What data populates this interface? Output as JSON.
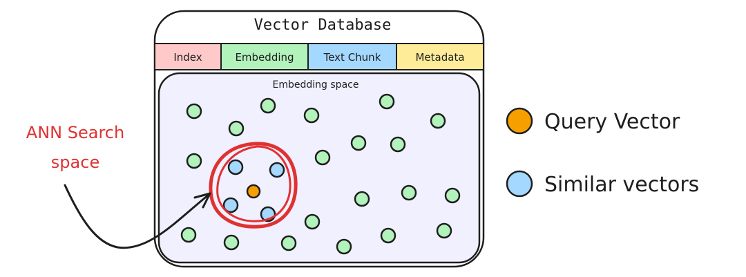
{
  "title": "Vector Database",
  "columns": [
    {
      "label": "Index",
      "color": "#ffc9c9"
    },
    {
      "label": "Embedding",
      "color": "#b2f2bb"
    },
    {
      "label": "Text Chunk",
      "color": "#a5d8ff"
    },
    {
      "label": "Metadata",
      "color": "#ffec99"
    }
  ],
  "space_label": "Embedding space",
  "annotation": {
    "line1": "ANN Search",
    "line2": "space",
    "color": "#e03131"
  },
  "legend": [
    {
      "label": "Query Vector",
      "color": "#f59f00",
      "icon": "orange-circle"
    },
    {
      "label": "Similar vectors",
      "color": "#a5d8ff",
      "icon": "blue-circle"
    }
  ],
  "colors": {
    "embedding_point": "#b2f2bb",
    "similar_point": "#a5d8ff",
    "query_point": "#f59f00",
    "space_fill": "#f1f0ff",
    "ink": "#1e1e1e",
    "search_ring": "#e03131"
  }
}
